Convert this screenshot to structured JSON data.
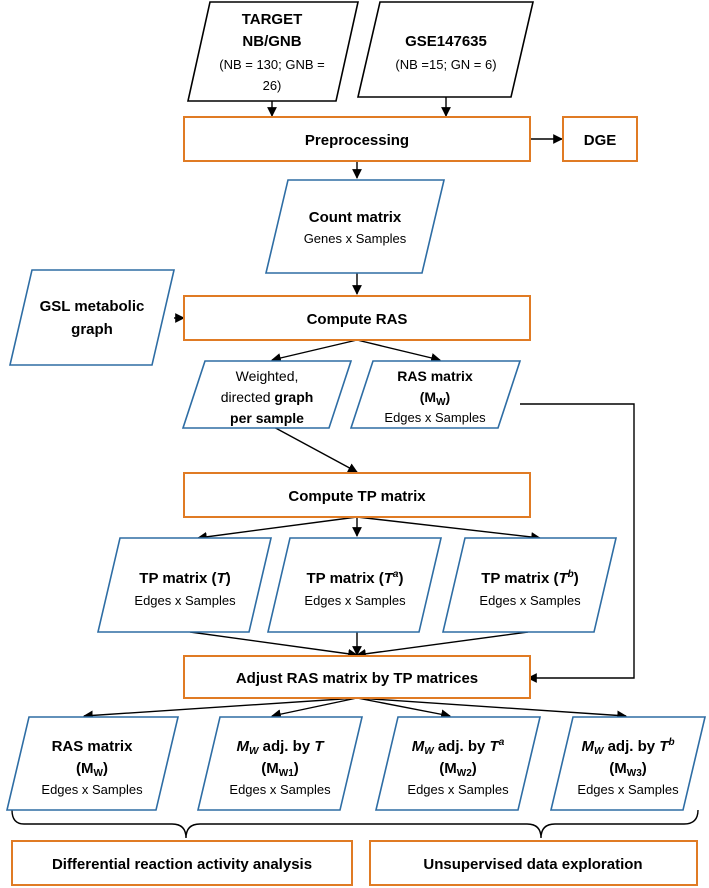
{
  "inputs": {
    "target": {
      "line1": "TARGET",
      "line2": "NB/GNB",
      "line3": "(NB = 130; GNB =",
      "line4": "26)"
    },
    "gse": {
      "line1": "GSE147635",
      "line2": "(NB =15; GN = 6)"
    }
  },
  "processes": {
    "preprocessing": "Preprocessing",
    "dge": "DGE",
    "compute_ras": "Compute RAS",
    "compute_tp": "Compute TP matrix",
    "adjust_ras": "Adjust RAS matrix by TP matrices",
    "differential": "Differential reaction activity analysis",
    "unsupervised": "Unsupervised data exploration"
  },
  "count_matrix": {
    "title": "Count matrix",
    "subtitle": "Genes x Samples"
  },
  "gsl_graph": {
    "line1": "GSL metabolic",
    "line2": "graph"
  },
  "weighted_graph": {
    "line1": "Weighted,",
    "line2": "directed",
    "line2_bold": "graph",
    "line3": "per sample"
  },
  "ras_matrix_mid": {
    "title": "RAS matrix",
    "symbol": "(M",
    "sub": "W",
    "close": ")",
    "subtitle": "Edges x Samples"
  },
  "tp_matrices": [
    {
      "label": "TP matrix (",
      "sym": "T",
      "sup": "",
      "close": ")",
      "subtitle": "Edges x Samples"
    },
    {
      "label": "TP matrix (",
      "sym": "T",
      "sup": "a",
      "close": ")",
      "subtitle": "Edges x Samples"
    },
    {
      "label": "TP matrix (",
      "sym": "T",
      "sup": "b",
      "close": ")",
      "subtitle": "Edges x Samples"
    }
  ],
  "outputs": [
    {
      "title": "RAS matrix",
      "sym_open": "(M",
      "sym_sub": "W",
      "sym_close": ")",
      "subtitle": "Edges x Samples"
    },
    {
      "m": "M",
      "msub": "W",
      "adj": " adj. by ",
      "t": "T",
      "tsup": "",
      "sym_open": "(M",
      "sym_sub": "W1",
      "sym_close": ")",
      "subtitle": "Edges x Samples"
    },
    {
      "m": "M",
      "msub": "W",
      "adj": " adj. by ",
      "t": "T",
      "tsup": "a",
      "sym_open": "(M",
      "sym_sub": "W2",
      "sym_close": ")",
      "subtitle": "Edges x Samples"
    },
    {
      "m": "M",
      "msub": "W",
      "adj": " adj. by ",
      "t": "T",
      "tsup": "b",
      "sym_open": "(M",
      "sym_sub": "W3",
      "sym_close": ")",
      "subtitle": "Edges x Samples"
    }
  ]
}
